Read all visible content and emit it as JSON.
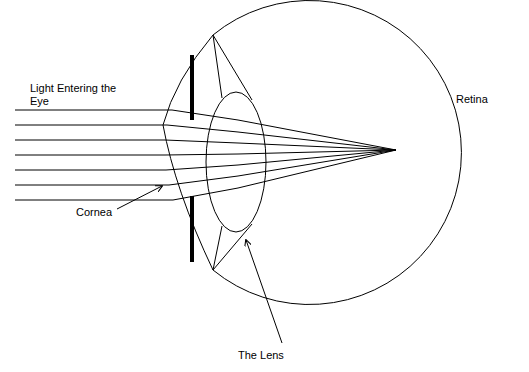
{
  "diagram": {
    "labels": [
      "Light Entering the Eye",
      "Retina",
      "Cornea",
      "The Lens"
    ]
  }
}
